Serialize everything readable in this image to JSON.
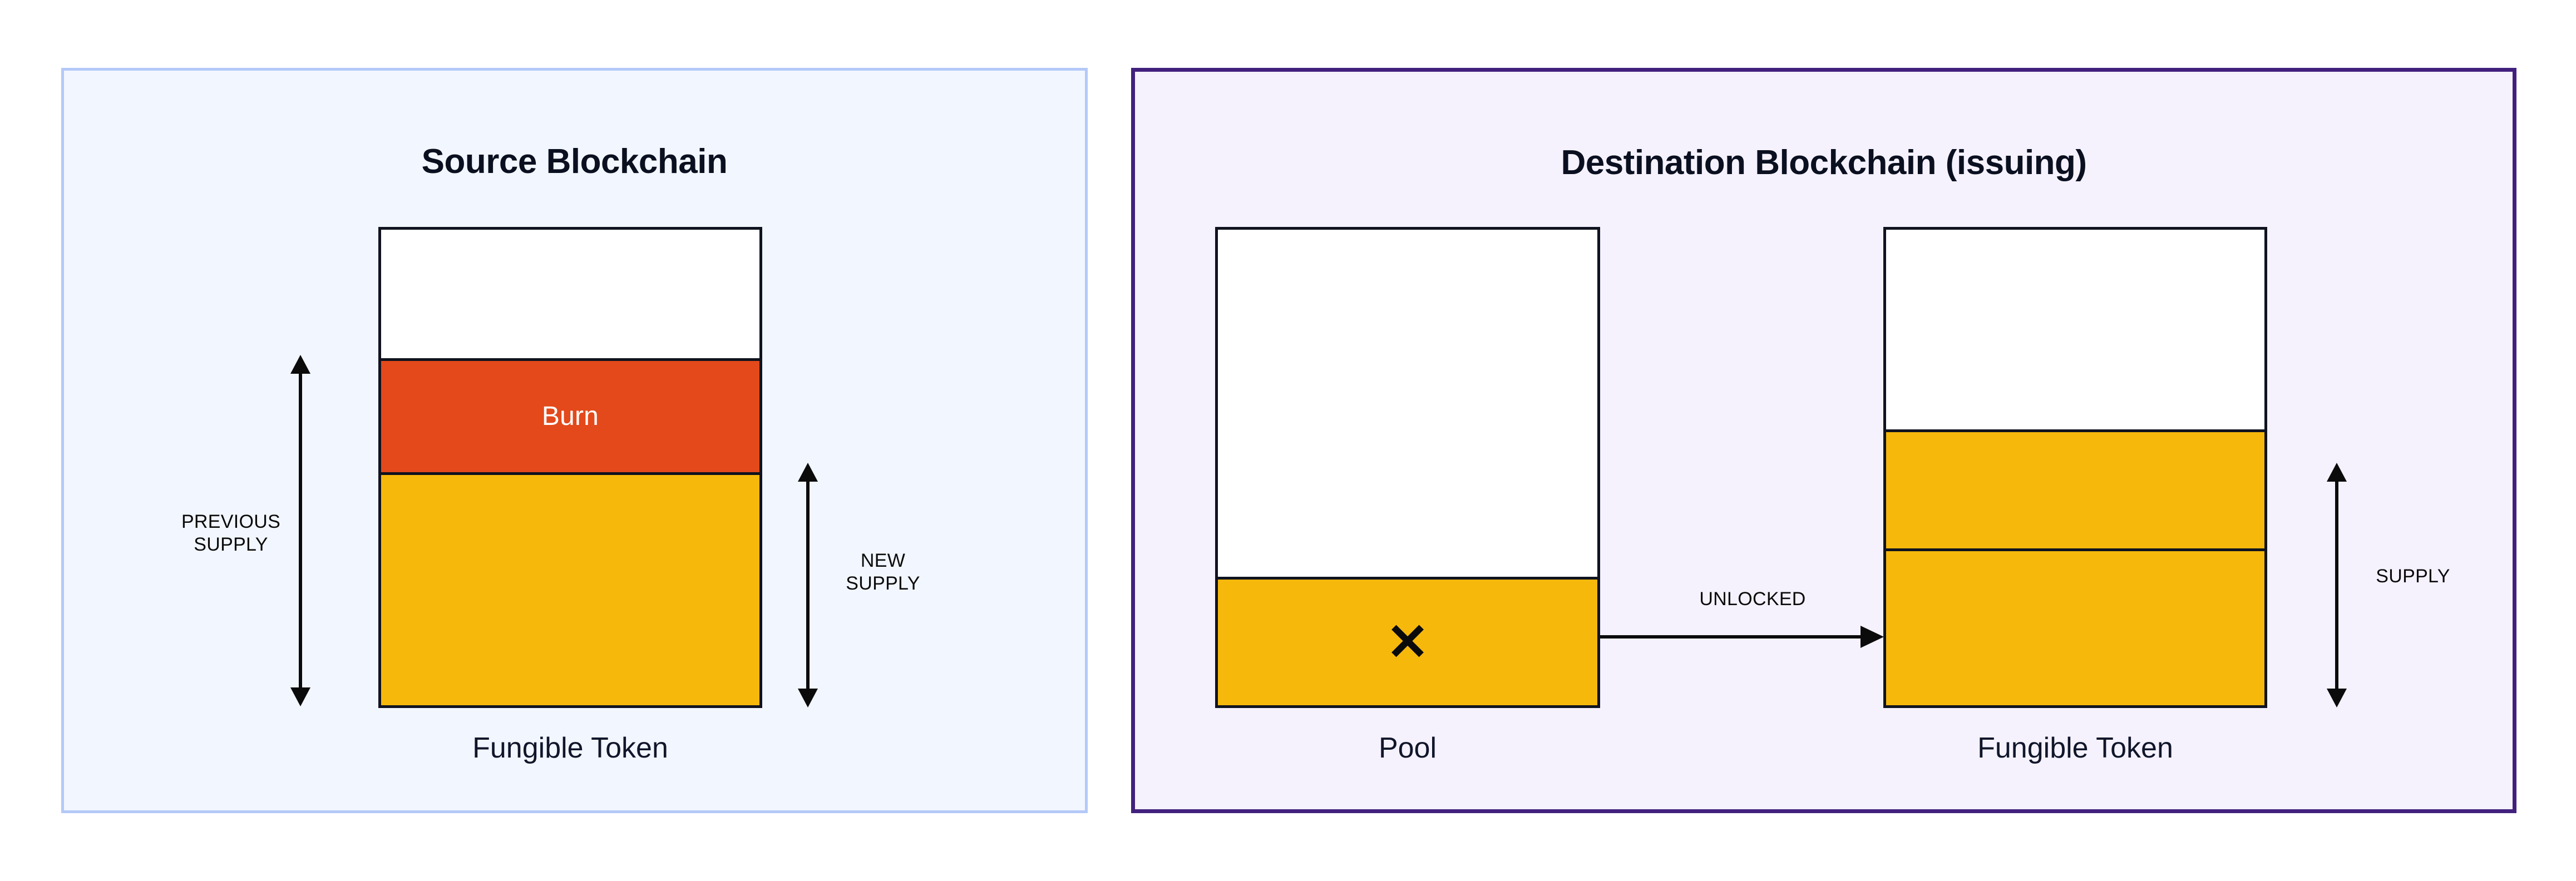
{
  "diagram": {
    "title_hidden": "",
    "panels": [
      {
        "id": "source",
        "title": "Source Blockchain",
        "border_color": "#B3C9F7",
        "background_color": "#F2F6FE",
        "boxes": [
          {
            "id": "source-token",
            "caption": "Fungible Token",
            "bands": [
              {
                "label": "",
                "color": "#FFFFFF",
                "kind": "empty",
                "height_pct": 27
              },
              {
                "label": "Burn",
                "color": "#E3491B",
                "kind": "burn",
                "height_pct": 24
              },
              {
                "label": "",
                "color": "#F7B80C",
                "kind": "token",
                "height_pct": 49
              }
            ]
          }
        ],
        "measures": [
          {
            "id": "previous-supply",
            "label": "PREVIOUS\nSUPPLY",
            "arrow": "double-vertical"
          },
          {
            "id": "new-supply",
            "label": "NEW\nSUPPLY",
            "arrow": "double-vertical"
          }
        ]
      },
      {
        "id": "destination",
        "title": "Destination Blockchain (issuing)",
        "border_color": "#42217E",
        "background_color": "#F5F2FE",
        "boxes": [
          {
            "id": "pool",
            "caption": "Pool",
            "bands": [
              {
                "label": "",
                "color": "#FFFFFF",
                "kind": "empty",
                "height_pct": 73
              },
              {
                "label": "✕",
                "color": "#F7B80C",
                "kind": "token-crossed",
                "height_pct": 27
              }
            ]
          },
          {
            "id": "dest-token",
            "caption": "Fungible Token",
            "bands": [
              {
                "label": "",
                "color": "#FFFFFF",
                "kind": "empty",
                "height_pct": 42
              },
              {
                "label": "",
                "color": "#F7B80C",
                "kind": "token",
                "height_pct": 25
              },
              {
                "label": "",
                "color": "#F7B80C",
                "kind": "token",
                "height_pct": 33
              }
            ]
          }
        ],
        "measures": [
          {
            "id": "supply",
            "label": "SUPPLY",
            "arrow": "double-vertical"
          }
        ],
        "flows": [
          {
            "id": "unlocked",
            "label": "UNLOCKED",
            "from": "pool",
            "to": "dest-token",
            "arrow": "right"
          }
        ]
      }
    ],
    "colors": {
      "token_yellow": "#F7B80C",
      "burn_orange": "#E3491B",
      "box_outline": "#10131F",
      "source_panel_border": "#B3C9F7",
      "source_panel_fill": "#F2F6FE",
      "destination_panel_border": "#42217E",
      "destination_panel_fill": "#F5F2FE",
      "text": "#0B1020"
    }
  }
}
